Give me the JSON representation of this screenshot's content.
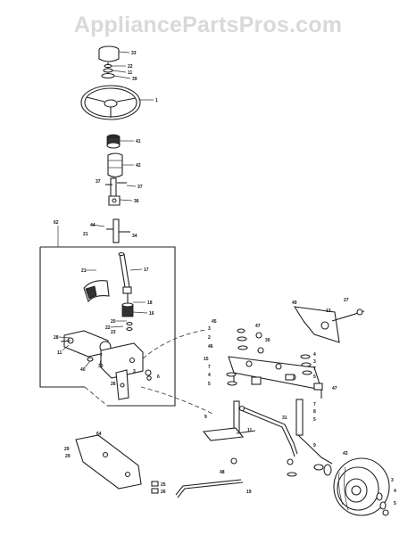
{
  "watermark": "AppliancePartsPros.com",
  "callouts": {
    "c1": "33",
    "c2": "22",
    "c3": "11",
    "c4": "39",
    "c5": "1",
    "c6": "41",
    "c7": "42",
    "c8": "37",
    "c9": "37",
    "c10": "36",
    "c11": "62",
    "c12": "44",
    "c13": "21",
    "c14": "34",
    "c15": "21",
    "c16": "17",
    "c17": "18",
    "c18": "16",
    "c19": "20",
    "c20": "22",
    "c21": "23",
    "c22": "28",
    "c23": "11",
    "c24": "40",
    "c25": "30",
    "c26": "26",
    "c27": "3",
    "c28": "6",
    "c29": "45",
    "c30": "3",
    "c31": "2",
    "c32": "47",
    "c33": "46",
    "c34": "7",
    "c35": "4",
    "c36": "5",
    "c37": "15",
    "c38": "13",
    "c39": "27",
    "c40": "49",
    "c41": "30",
    "c42": "4",
    "c43": "3",
    "c44": "7",
    "c45": "5",
    "c46": "47",
    "c47": "7",
    "c48": "8",
    "c49": "5",
    "c50": "31",
    "c51": "9",
    "c52": "11",
    "c53": "48",
    "c54": "9",
    "c55": "43",
    "c56": "19",
    "c57": "3",
    "c58": "4",
    "c59": "5",
    "c60": "64",
    "c61": "29",
    "c62": "29",
    "c63": "25",
    "c64": "26"
  }
}
